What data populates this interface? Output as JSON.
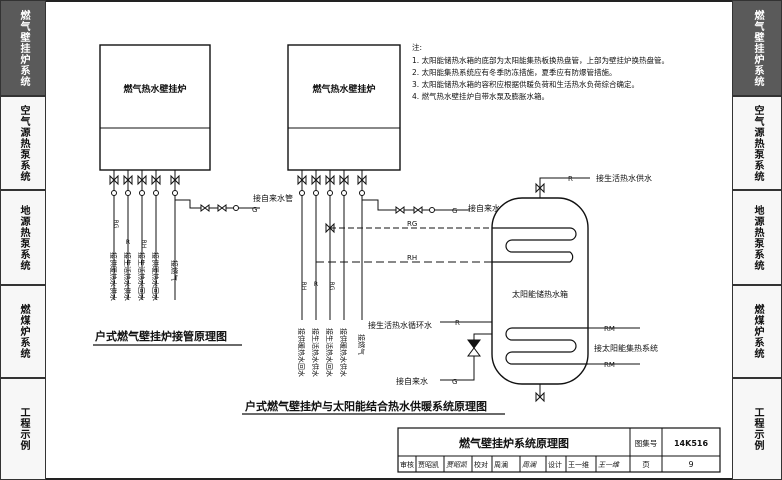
{
  "sidebar_left": [
    {
      "label": "燃气壁挂炉系统",
      "active": true
    },
    {
      "label": "空气源热泵系统",
      "active": false
    },
    {
      "label": "地源热泵系统",
      "active": false
    },
    {
      "label": "燃煤炉系统",
      "active": false
    },
    {
      "label": "工程示例",
      "active": false
    }
  ],
  "sidebar_right": [
    {
      "label": "燃气壁挂炉系统",
      "active": true
    },
    {
      "label": "空气源热泵系统",
      "active": false
    },
    {
      "label": "地源热泵系统",
      "active": false
    },
    {
      "label": "燃煤炉系统",
      "active": false
    },
    {
      "label": "工程示例",
      "active": false
    }
  ],
  "diagram": {
    "boiler_label": "燃气热水壁挂炉",
    "diagram1": {
      "title": "户式燃气壁挂炉接管原理图",
      "cold_water_label": "接自来水管",
      "g_mark": "G",
      "pipe_marks": [
        "RG",
        "R",
        "RH"
      ],
      "vertical_labels": [
        "接供暖热水供水",
        "接生活热水供水",
        "接生活热水回水",
        "接供暖热水回水",
        "接燃气"
      ]
    },
    "diagram2": {
      "title": "户式燃气壁挂炉与太阳能结合热水供暖系统原理图",
      "cold_water_label": "接自来水",
      "g_mark": "G",
      "rg_mark": "RG",
      "rh_mark": "RH",
      "pipe_marks": [
        "RH",
        "R",
        "RG"
      ],
      "vertical_labels": [
        "接供暖热水回水",
        "接生活热水供水",
        "接生活热水回水",
        "接供暖热水供水",
        "接燃气"
      ],
      "tank_label": "太阳能储热水箱",
      "hot_supply_label": "接生活热水供水",
      "r_mark": "R",
      "circ_label": "接生活热水循环水",
      "r_mark2": "R",
      "rm_mark": "RM",
      "rm_mark2": "RM",
      "solar_label": "接太阳能集热系统",
      "bottom_cold_label": "接自来水",
      "g_mark2": "G"
    },
    "notes": {
      "heading": "注:",
      "items": [
        "1. 太阳能储热水箱的底部为太阳能集热板换热盘管，上部为壁挂炉换热盘管。",
        "2. 太阳能集热系统应有冬季防冻措施，夏季应有防爆管措施。",
        "3. 太阳能储热水箱的容积应根据供暖负荷和生活热水负荷综合确定。",
        "4. 燃气热水壁挂炉自带水泵及膨胀水箱。"
      ]
    }
  },
  "title_block": {
    "title": "燃气壁挂炉系统原理图",
    "atlas_label": "图集号",
    "atlas_no": "14K516",
    "page_label": "页",
    "page_no": "9",
    "review_label": "审核",
    "reviewer": "贾昭凯",
    "reviewer_sig": "贾昭凯",
    "check_label": "校对",
    "checker": "周澜",
    "checker_sig": "周澜",
    "design_label": "设计",
    "designer": "王一维",
    "designer_sig": "王一维"
  }
}
